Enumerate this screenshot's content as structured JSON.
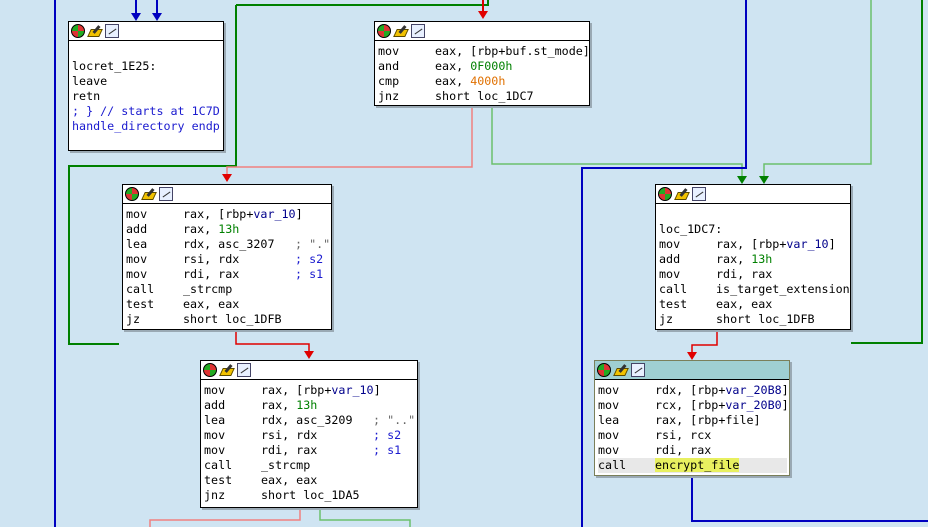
{
  "nodes": {
    "n1": {
      "lines": [
        {
          "label": "locret_1E25:"
        },
        {
          "mn": "leave"
        },
        {
          "mn": "retn"
        },
        {
          "comment": "; } // starts at 1C7D"
        },
        {
          "comment": "handle_directory endp"
        }
      ]
    },
    "n2": {
      "lines": [
        {
          "mn": "mov",
          "op": "eax, [rbp+buf.st_mode]"
        },
        {
          "mn": "and",
          "op": "eax, ",
          "num": "0F000h"
        },
        {
          "mn": "cmp",
          "op": "eax, ",
          "num": "4000h"
        },
        {
          "mn": "jnz",
          "op": "short loc_1DC7"
        }
      ]
    },
    "n3": {
      "lines": [
        {
          "mn": "mov",
          "op": "rax, [rbp+",
          "var": "var_10",
          "op2": "]"
        },
        {
          "mn": "add",
          "op": "rax, ",
          "num": "13h"
        },
        {
          "mn": "lea",
          "op": "rdx, asc_3207",
          "cmt": "; \".\""
        },
        {
          "mn": "mov",
          "op": "rsi, rdx",
          "cmt": "; s2"
        },
        {
          "mn": "mov",
          "op": "rdi, rax",
          "cmt": "; s1"
        },
        {
          "mn": "call",
          "op": "_strcmp"
        },
        {
          "mn": "test",
          "op": "eax, eax"
        },
        {
          "mn": "jz",
          "op": "short loc_1DFB"
        }
      ]
    },
    "n4": {
      "lines": [
        {
          "label": "loc_1DC7:"
        },
        {
          "mn": "mov",
          "op": "rax, [rbp+",
          "var": "var_10",
          "op2": "]"
        },
        {
          "mn": "add",
          "op": "rax, ",
          "num": "13h"
        },
        {
          "mn": "mov",
          "op": "rdi, rax"
        },
        {
          "mn": "call",
          "op": "is_target_extension"
        },
        {
          "mn": "test",
          "op": "eax, eax"
        },
        {
          "mn": "jz",
          "op": "short loc_1DFB"
        }
      ]
    },
    "n5": {
      "lines": [
        {
          "mn": "mov",
          "op": "rax, [rbp+",
          "var": "var_10",
          "op2": "]"
        },
        {
          "mn": "add",
          "op": "rax, ",
          "num": "13h"
        },
        {
          "mn": "lea",
          "op": "rdx, asc_3209",
          "cmt": "; \"..\""
        },
        {
          "mn": "mov",
          "op": "rsi, rdx",
          "cmt": "; s2"
        },
        {
          "mn": "mov",
          "op": "rdi, rax",
          "cmt": "; s1"
        },
        {
          "mn": "call",
          "op": "_strcmp"
        },
        {
          "mn": "test",
          "op": "eax, eax"
        },
        {
          "mn": "jnz",
          "op": "short loc_1DA5"
        }
      ]
    },
    "n6": {
      "lines": [
        {
          "mn": "mov",
          "op": "rdx, [rbp+",
          "var": "var_20B8",
          "op2": "]"
        },
        {
          "mn": "mov",
          "op": "rcx, [rbp+",
          "var": "var_20B0",
          "op2": "]"
        },
        {
          "mn": "lea",
          "op": "rax, [rbp+file]"
        },
        {
          "mn": "mov",
          "op": "rsi, rcx"
        },
        {
          "mn": "mov",
          "op": "rdi, rax"
        },
        {
          "mn": "call",
          "op": "encrypt_file",
          "highlight": true
        }
      ]
    }
  },
  "colors": {
    "background": "#cfe4f2",
    "edge_true": "#008000",
    "edge_false": "#e00000",
    "edge_uncond": "#0000c0",
    "edge_true_light": "#6cc06c",
    "edge_false_light": "#f08080"
  }
}
